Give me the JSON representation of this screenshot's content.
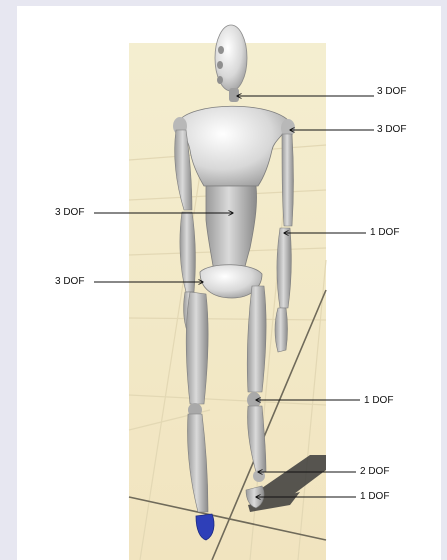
{
  "figure": {
    "labels": [
      {
        "id": "neck",
        "text": "3 DOF"
      },
      {
        "id": "shoulder",
        "text": "3 DOF"
      },
      {
        "id": "torso",
        "text": "3 DOF"
      },
      {
        "id": "elbow",
        "text": "1 DOF"
      },
      {
        "id": "hip",
        "text": "3 DOF"
      },
      {
        "id": "knee",
        "text": "1 DOF"
      },
      {
        "id": "ankle",
        "text": "2 DOF"
      },
      {
        "id": "toe",
        "text": "1 DOF"
      }
    ]
  }
}
